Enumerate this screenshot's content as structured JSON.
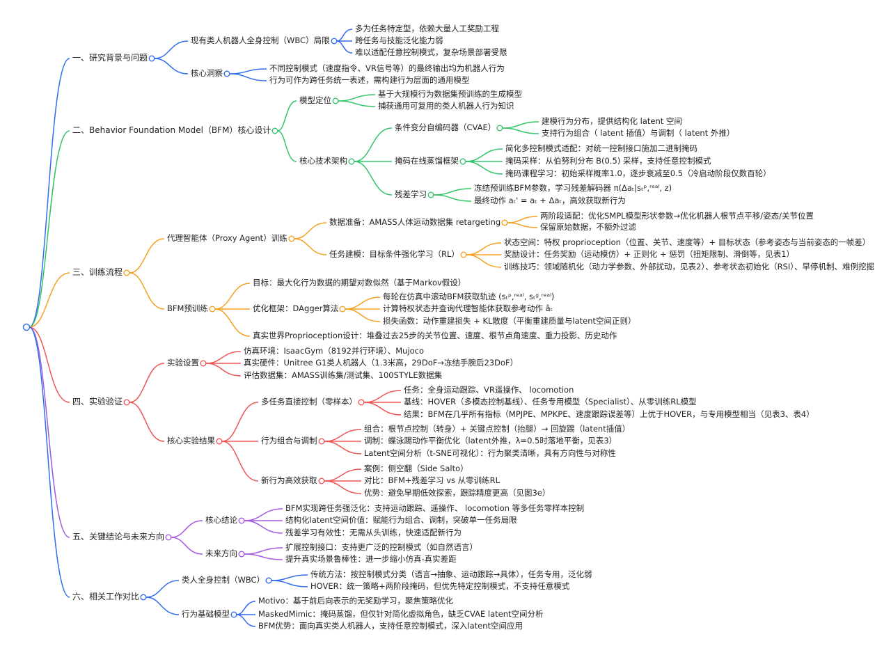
{
  "mindmap": {
    "branches": [
      {
        "label": "一、研究背景与问题",
        "color": "#2f6cf0",
        "children": [
          {
            "label": "现有类人机器人全身控制（WBC）局限",
            "children": [
              {
                "label": "多为任务特定型，依赖大量人工奖励工程"
              },
              {
                "label": "跨任务与技能泛化能力弱"
              },
              {
                "label": "难以适配任意控制模式，复杂场景部署受限"
              }
            ]
          },
          {
            "label": "核心洞察",
            "children": [
              {
                "label": "不同控制模式（速度指令、VR信号等）的最终输出均为机器人行为"
              },
              {
                "label": "行为可作为跨任务统一表述，需构建行为层面的通用模型"
              }
            ]
          }
        ]
      },
      {
        "label": "二、Behavior Foundation Model（BFM）核心设计",
        "color": "#33c46a",
        "children": [
          {
            "label": "模型定位",
            "children": [
              {
                "label": "基于大规模行为数据集预训练的生成模型"
              },
              {
                "label": "捕获通用可复用的类人机器人行为知识"
              }
            ]
          },
          {
            "label": "核心技术架构",
            "children": [
              {
                "label": "条件变分自编码器（CVAE）",
                "children": [
                  {
                    "label": "建模行为分布，提供结构化 latent 空间"
                  },
                  {
                    "label": "支持行为组合（ latent 插值）与调制（ latent 外推）"
                  }
                ]
              },
              {
                "label": "掩码在线蒸馏框架",
                "children": [
                  {
                    "label": "简化多控制模式适配：对统一控制接口施加二进制掩码"
                  },
                  {
                    "label": "掩码采样：从伯努利分布 B(0.5) 采样，支持任意控制模式"
                  },
                  {
                    "label": "掩码课程学习：初始采样概率1.0，逐步衰减至0.5（冷启动阶段仅数百轮）"
                  }
                ]
              },
              {
                "label": "残差学习",
                "children": [
                  {
                    "label": "冻结预训练BFM参数，学习残差解码器 π(Δaₜ|sₜᵖ,ʳᵉᵃˡ, z)"
                  },
                  {
                    "label": "最终动作 aₜ' = aₜ + Δaₜ，高效获取新行为"
                  }
                ]
              }
            ]
          }
        ]
      },
      {
        "label": "三、训练流程",
        "color": "#f5a020",
        "children": [
          {
            "label": "代理智能体（Proxy Agent）训练",
            "children": [
              {
                "label": "数据准备：AMASS人体运动数据集 retargeting",
                "children": [
                  {
                    "label": "两阶段适配：优化SMPL模型形状参数→优化机器人根节点平移/姿态/关节位置"
                  },
                  {
                    "label": "保留原始数据，不额外过滤"
                  }
                ]
              },
              {
                "label": "任务建模：目标条件强化学习（RL）",
                "children": [
                  {
                    "label": "状态空间：特权 proprioception（位置、关节、速度等）+ 目标状态（参考姿态与当前姿态的一帧差）"
                  },
                  {
                    "label": "奖励设计：任务奖励（运动模仿）+ 正则化 + 惩罚（扭矩限制、滑倒等，见表1）"
                  },
                  {
                    "label": "训练技巧：领域随机化（动力学参数、外部扰动，见表2）、参考状态初始化（RSI）、早停机制、难例挖掘"
                  }
                ]
              }
            ]
          },
          {
            "label": "BFM预训练",
            "children": [
              {
                "label": "目标：最大化行为数据的期望对数似然（基于Markov假设）"
              },
              {
                "label": "优化框架：DAgger算法",
                "children": [
                  {
                    "label": "每轮在仿真中滚动BFM获取轨迹 (sₜᵖ,ʳᵉᵃˡ, sₜᵍ,ʳᵉᵃˡ)"
                  },
                  {
                    "label": "计算特权状态并查询代理智能体获取参考动作 âₜ"
                  },
                  {
                    "label": "损失函数：动作重建损失 + KL散度（平衡重建质量与latent空间正则）"
                  }
                ]
              },
              {
                "label": "真实世界Proprioception设计：堆叠过去25步的关节位置、速度、根节点角速度、重力投影、历史动作"
              }
            ]
          }
        ]
      },
      {
        "label": "四、实验验证",
        "color": "#f05555",
        "children": [
          {
            "label": "实验设置",
            "children": [
              {
                "label": "仿真环境：IsaacGym（8192并行环境）、Mujoco"
              },
              {
                "label": "真实硬件：Unitree G1类人机器人（1.3米高，29DoF→冻结手腕后23DoF）"
              },
              {
                "label": "评估数据集：AMASS训练集/测试集、100STYLE数据集"
              }
            ]
          },
          {
            "label": "核心实验结果",
            "children": [
              {
                "label": "多任务直接控制（零样本）",
                "children": [
                  {
                    "label": "任务：全身运动跟踪、VR遥操作、 locomotion"
                  },
                  {
                    "label": "基线：HOVER（多模态控制基线）、任务专用模型（Specialist）、从零训练RL模型"
                  },
                  {
                    "label": "结果：BFM在几乎所有指标（MPJPE、MPKPE、速度跟踪误差等）上优于HOVER，与专用模型相当（见表3、表4）"
                  }
                ]
              },
              {
                "label": "行为组合与调制",
                "children": [
                  {
                    "label": "组合：根节点控制（转身）+ 关键点控制（抬腿）→ 回旋踢（latent插值）"
                  },
                  {
                    "label": "调制：蝶泳踢动作平衡优化（latent外推，λ=0.5时落地平衡，见表3）"
                  },
                  {
                    "label": "Latent空间分析（t-SNE可视化）：行为聚类清晰，具有方向性与对称性"
                  }
                ]
              },
              {
                "label": "新行为高效获取",
                "children": [
                  {
                    "label": "案例：侧空翻（Side Salto）"
                  },
                  {
                    "label": "对比：BFM+残差学习 vs 从零训练RL"
                  },
                  {
                    "label": "优势：避免早期低效探索，跟踪精度更高（见图3e）"
                  }
                ]
              }
            ]
          }
        ]
      },
      {
        "label": "五、关键结论与未来方向",
        "color": "#a45ae0",
        "children": [
          {
            "label": "核心结论",
            "children": [
              {
                "label": "BFM实现跨任务强泛化：支持运动跟踪、遥操作、 locomotion 等多任务零样本控制"
              },
              {
                "label": "结构化latent空间价值：赋能行为组合、调制，突破单一任务局限"
              },
              {
                "label": "残差学习有效性：无需从头训练，快速适配新行为"
              }
            ]
          },
          {
            "label": "未来方向",
            "children": [
              {
                "label": "扩展控制接口：支持更广泛的控制模式（如自然语言）"
              },
              {
                "label": "提升真实场景鲁棒性：进一步缩小仿真-真实差距"
              }
            ]
          }
        ]
      },
      {
        "label": "六、相关工作对比",
        "color": "#2f6cf0",
        "children": [
          {
            "label": "类人全身控制（WBC）",
            "children": [
              {
                "label": "传统方法：按控制模式分类（语言→抽象、运动跟踪→具体），任务专用，泛化弱"
              },
              {
                "label": "HOVER：统一策略+两阶段掩码，但优先特定控制模式，不支持任意模式"
              }
            ]
          },
          {
            "label": "行为基础模型",
            "children": [
              {
                "label": "Motivo：基于前后向表示的无奖励学习，聚焦策略优化"
              },
              {
                "label": "MaskedMimic：掩码蒸馏，但仅针对简化虚拟角色，缺乏CVAE latent空间分析"
              },
              {
                "label": "BFM优势：面向真实类人机器人，支持任意控制模式，深入latent空间应用"
              }
            ]
          }
        ]
      }
    ]
  }
}
